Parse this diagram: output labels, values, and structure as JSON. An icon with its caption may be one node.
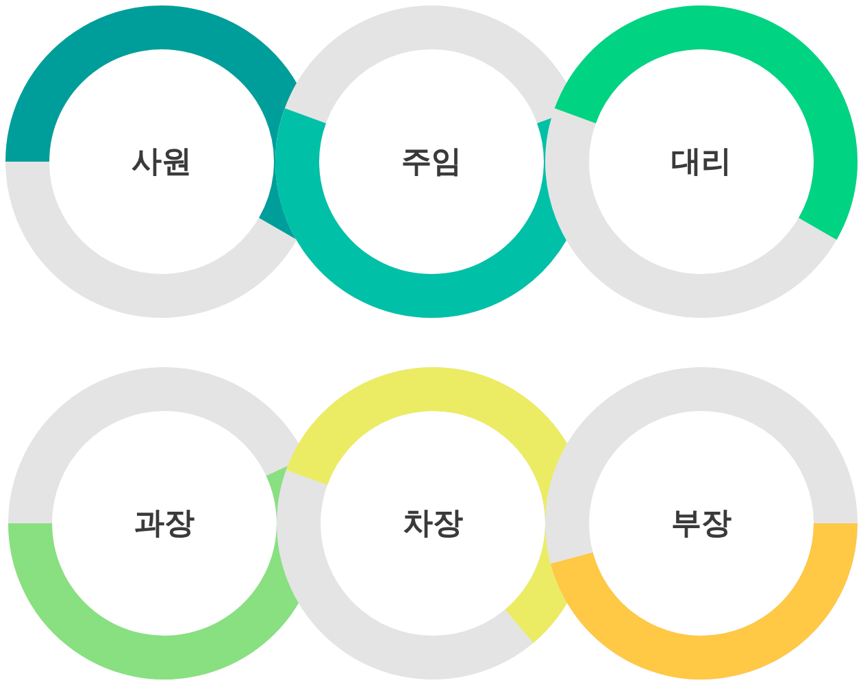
{
  "diagram": {
    "nodes": [
      {
        "text": [
          "사원"
        ]
      },
      {
        "text": [
          "주임"
        ]
      },
      {
        "text": [
          "대리"
        ]
      },
      {
        "text": [
          "과장"
        ]
      },
      {
        "text": [
          "차장"
        ]
      },
      {
        "text": [
          "부장"
        ]
      }
    ]
  }
}
